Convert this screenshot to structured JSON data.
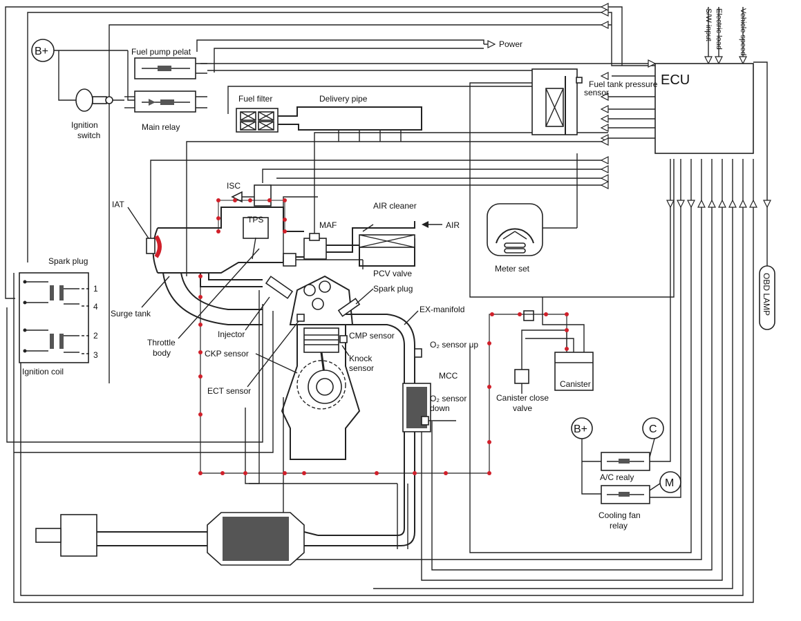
{
  "labels": {
    "ecu": "ECU",
    "power": "Power",
    "fuel_pump_relay": "Fuel pump pelat",
    "main_relay": "Main relay",
    "ignition_switch_1": "Ignition",
    "ignition_switch_2": "switch",
    "b_plus": "B+",
    "fuel_filter": "Fuel filter",
    "delivery_pipe": "Delivery pipe",
    "fuel_tank_pressure_1": "Fuel tank pressure",
    "fuel_tank_pressure_2": "sensor",
    "isc": "ISC",
    "iat": "IAT",
    "tps": "TPS",
    "maf": "MAF",
    "air_cleaner": "AIR cleaner",
    "air": "AIR",
    "meter_set": "Meter set",
    "spark_plug_coil": "Spark plug",
    "ignition_coil": "Ignition coil",
    "cyl1": "1",
    "cyl4": "4",
    "cyl2": "2",
    "cyl3": "3",
    "surge_tank": "Surge tank",
    "pcv_valve": "PCV valve",
    "spark_plug_engine": "Spark plug",
    "ex_manifold": "EX-manifold",
    "injector": "Injector",
    "throttle_body_1": "Throttle",
    "throttle_body_2": "body",
    "cmp_sensor": "CMP sensor",
    "knock_sensor_1": "Knock",
    "knock_sensor_2": "sensor",
    "ckp_sensor": "CKP sensor",
    "ect_sensor": "ECT sensor",
    "o2_up": "O₂ sensor up",
    "mcc": "MCC",
    "o2_down_1": "O₂ sensor",
    "o2_down_2": "down",
    "canister": "Canister",
    "canister_close_1": "Canister close",
    "canister_close_2": "valve",
    "c_symbol": "C",
    "m_symbol": "M",
    "ac_relay": "A/C realy",
    "cooling_fan_1": "Cooling fan",
    "cooling_fan_2": "relay",
    "obd_lamp": "OBD LAMP",
    "sw_input": "S/W input",
    "electric_load": "Electric load",
    "vehicle_speed": "Vehicle speed"
  },
  "colors": {
    "line": "#222222",
    "vacuum_dots": "#d0202a",
    "background": "#ffffff"
  }
}
